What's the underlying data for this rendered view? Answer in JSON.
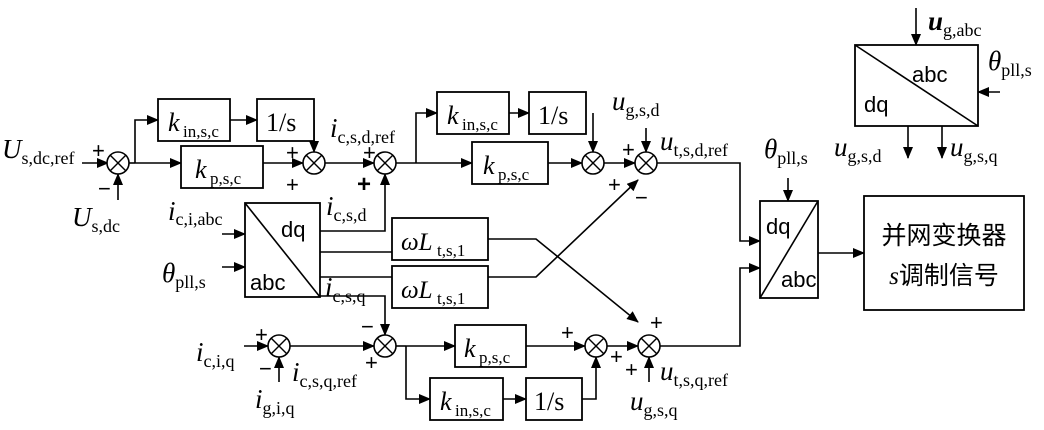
{
  "signals": {
    "u_dc_ref": "U",
    "u_dc_ref_sub": "s,dc,ref",
    "u_dc": "U",
    "u_dc_sub": "s,dc",
    "ic_abc": "i",
    "ic_abc_sub": "c,i,abc",
    "theta_pll_left": "θ",
    "theta_pll_left_sub": "pll,s",
    "icd_ref": "i",
    "icd_ref_sub": "c,s,d,ref",
    "icd": "i",
    "icd_sub": "c,s,d",
    "icq": "i",
    "icq_sub": "c,s,q",
    "iciq": "i",
    "iciq_sub": "c,i,q",
    "igiq": "i",
    "igiq_sub": "g,i,q",
    "icq_ref": "i",
    "icq_ref_sub": "c,s,q,ref",
    "ugsd": "u",
    "ugsd_sub": "g,s,d",
    "ugsq": "u",
    "ugsq_sub": "g,s,q",
    "utsd_ref": "u",
    "utsd_ref_sub": "t,s,d,ref",
    "utsq_ref": "u",
    "utsq_ref_sub": "t,s,q,ref",
    "theta_pll_mid": "θ",
    "theta_pll_mid_sub": "pll,s",
    "ug_abc": "u",
    "ug_abc_sub": "g,abc",
    "theta_pll_right": "θ",
    "theta_pll_right_sub": "pll,s",
    "ugsd_out": "u",
    "ugsd_out_sub": "g,s,d",
    "ugsq_out": "u",
    "ugsq_out_sub": "g,s,q"
  },
  "blocks": {
    "k_in": "k",
    "k_in_sub": "in,s,c",
    "k_p": "k",
    "k_p_sub": "p,s,c",
    "integrator": "1/s",
    "omega_L": "ωL",
    "omega_L_sub": "t,s,1",
    "dq": "dq",
    "abc": "abc"
  },
  "output_block": {
    "line1": "并网变换器",
    "line2_var": "s",
    "line2_text": "调制信号"
  },
  "signs": {
    "plus": "+",
    "minus": "−"
  }
}
